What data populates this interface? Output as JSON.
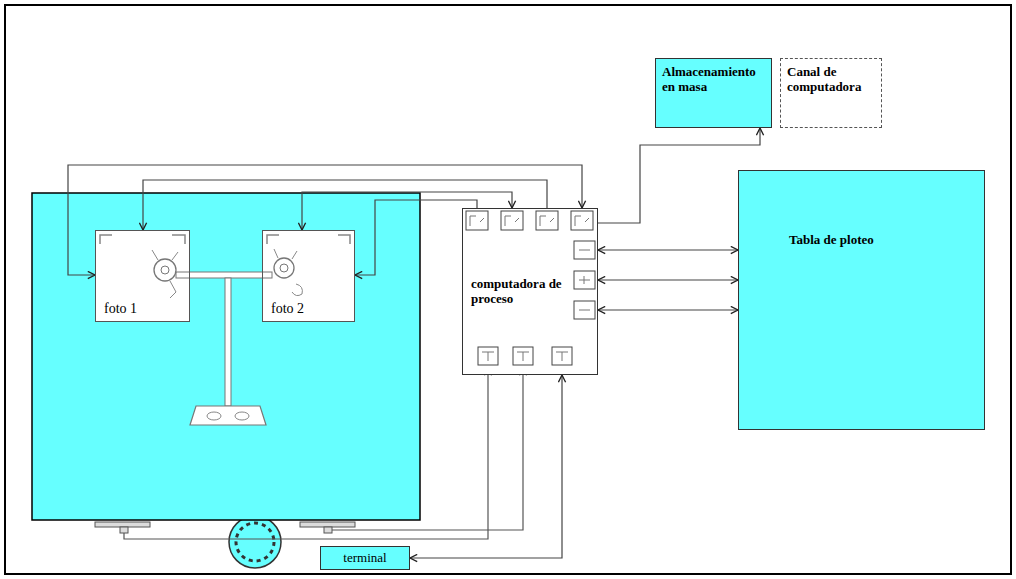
{
  "diagram": {
    "nodes": [
      {
        "text": [
          "Almacenamiento en masa"
        ]
      },
      {
        "text": [
          "Canal de computadora"
        ]
      },
      {
        "text": [
          "foto 1"
        ]
      },
      {
        "text": [
          "foto 2"
        ]
      },
      {
        "text": [
          "computadora de proceso"
        ]
      },
      {
        "text": [
          "Tabla de ploteo"
        ]
      },
      {
        "text": [
          "terminal"
        ]
      }
    ],
    "edges": [
      {
        "from": 4,
        "to": 2,
        "arrow": "both"
      },
      {
        "from": 4,
        "to": 2,
        "arrow": "to"
      },
      {
        "from": 4,
        "to": 3,
        "arrow": "both"
      },
      {
        "from": 4,
        "to": 3,
        "arrow": "to"
      },
      {
        "from": 4,
        "to": 0,
        "arrow": "to"
      },
      {
        "from": 4,
        "to": 5,
        "arrow": "both"
      },
      {
        "from": 4,
        "to": 5,
        "arrow": "both"
      },
      {
        "from": 4,
        "to": 5,
        "arrow": "both"
      },
      {
        "from": 4,
        "to": 6,
        "arrow": "both"
      }
    ]
  }
}
